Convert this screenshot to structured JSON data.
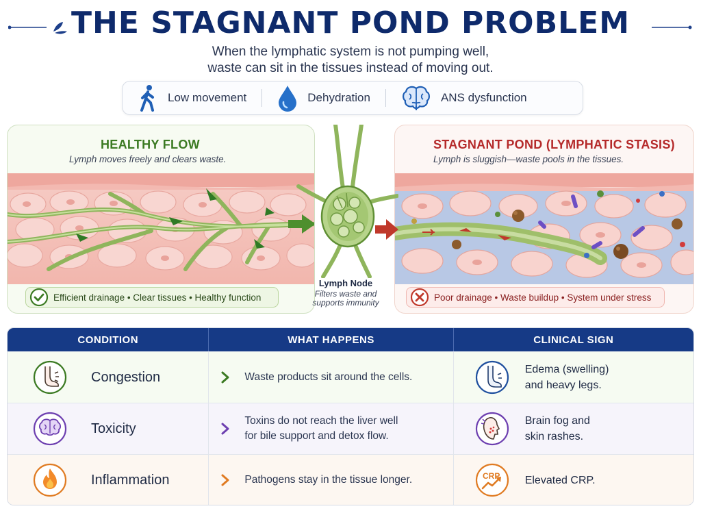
{
  "header": {
    "title": "THE STAGNANT POND PROBLEM",
    "subtitle_line1": "When the lymphatic system is not pumping well,",
    "subtitle_line2": "waste can sit in the tissues instead of moving out."
  },
  "factors": [
    {
      "icon": "walking-person-icon",
      "label": "Low movement"
    },
    {
      "icon": "water-drop-icon",
      "label": "Dehydration"
    },
    {
      "icon": "brain-icon",
      "label": "ANS dysfunction"
    }
  ],
  "healthy": {
    "title": "HEALTHY FLOW",
    "subtitle": "Lymph moves freely and clears waste.",
    "badge": "Efficient drainage • Clear tissues • Healthy function"
  },
  "node": {
    "label": "Lymph Node",
    "sub_line1": "Filters waste and",
    "sub_line2": "supports immunity"
  },
  "stagnant": {
    "title": "STAGNANT POND (LYMPHATIC STASIS)",
    "subtitle": "Lymph is sluggish—waste pools in the tissues.",
    "badge": "Poor drainage • Waste buildup • System under stress"
  },
  "table": {
    "headers": [
      "CONDITION",
      "WHAT HAPPENS",
      "CLINICAL SIGN"
    ],
    "rows": [
      {
        "condition": "Congestion",
        "condition_icon": "foot-swelling-icon",
        "happens_line1": "Waste products sit around the cells.",
        "happens_line2": "",
        "sign_line1": "Edema (swelling)",
        "sign_line2": "and heavy legs.",
        "sign_icon": "swollen-leg-icon"
      },
      {
        "condition": "Toxicity",
        "condition_icon": "brain-icon",
        "happens_line1": "Toxins do not reach the liver well",
        "happens_line2": "for bile support and detox flow.",
        "sign_line1": "Brain fog and",
        "sign_line2": "skin rashes.",
        "sign_icon": "face-rash-icon"
      },
      {
        "condition": "Inflammation",
        "condition_icon": "flame-icon",
        "happens_line1": "Pathogens stay in the tissue longer.",
        "happens_line2": "",
        "sign_line1": "Elevated CRP.",
        "sign_line2": "",
        "sign_icon": "crp-rising-icon",
        "sign_icon_text": "CRP"
      }
    ]
  },
  "colors": {
    "navy": "#0e2a6b",
    "header_blue": "#163a86",
    "healthy_green": "#3b7a22",
    "stagnant_red": "#b52a2a",
    "purple": "#6d3fb0",
    "orange": "#e07b22"
  }
}
